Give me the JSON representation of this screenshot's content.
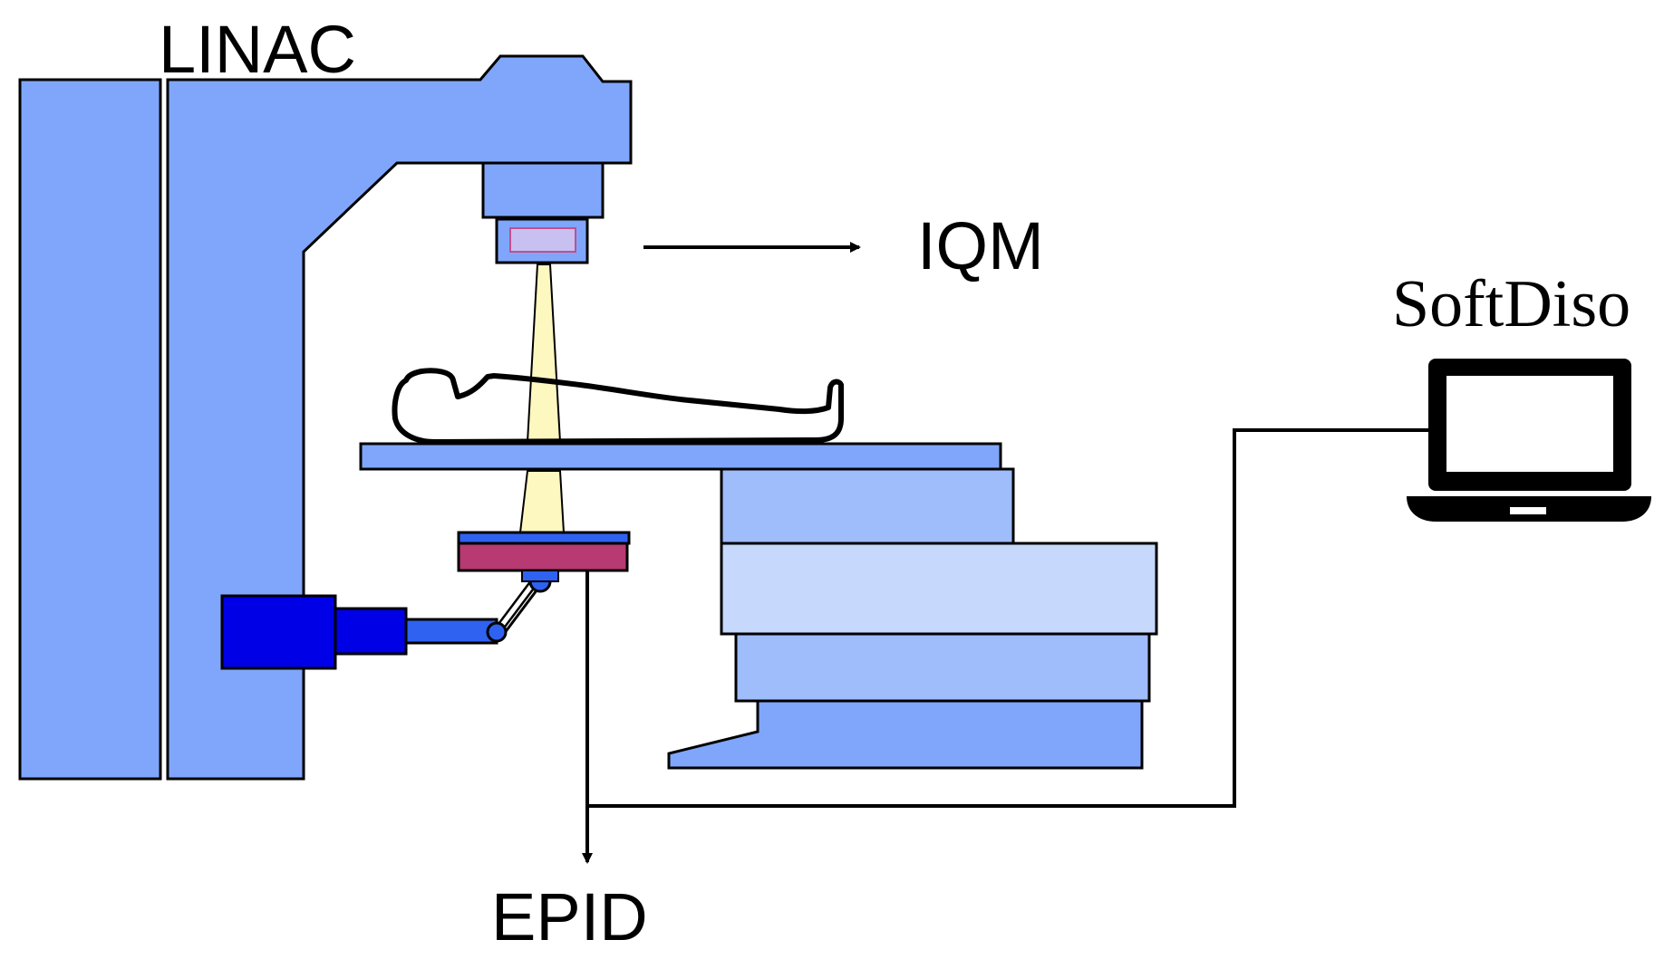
{
  "labels": {
    "linac": "LINAC",
    "iqm": "IQM",
    "softdiso": "SoftDiso",
    "epid": "EPID"
  },
  "colors": {
    "gantry": "#7fa6fb",
    "gantry_light": "#9fbcfb",
    "couch_light": "#c6d8fb",
    "arm_dark": "#0000e6",
    "arm_mid": "#2f62f0",
    "beam": "#fdf7c0",
    "epid_panel": "#b73a72",
    "iqm_window": "#c8c0f0",
    "stroke": "#000000"
  }
}
